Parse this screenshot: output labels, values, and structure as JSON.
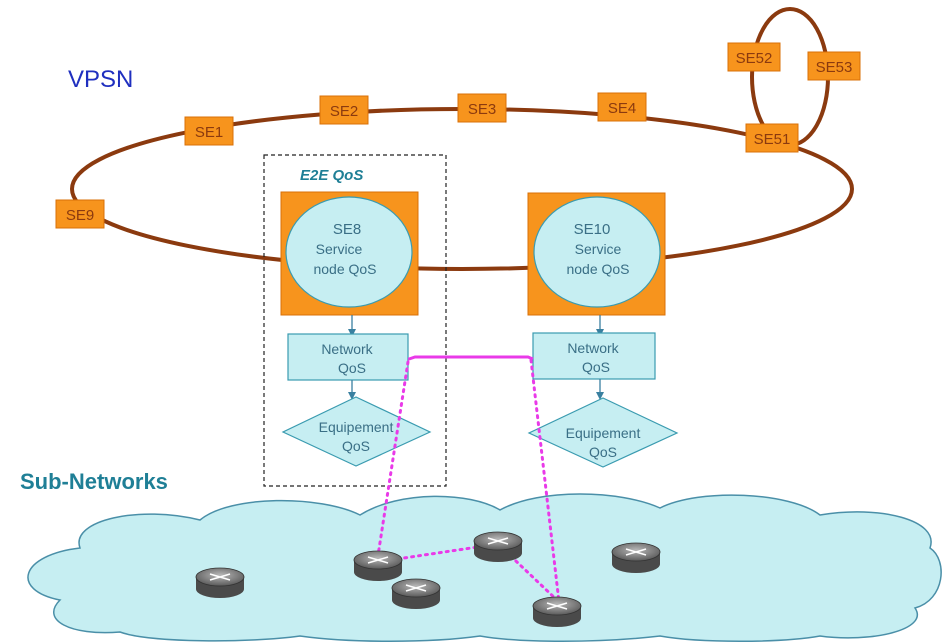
{
  "labels": {
    "vpsn": "VPSN",
    "sub_networks": "Sub-Networks",
    "e2e_qos": "E2E QoS"
  },
  "service_elements": {
    "se1": "SE1",
    "se2": "SE2",
    "se3": "SE3",
    "se4": "SE4",
    "se9": "SE9",
    "se51": "SE51",
    "se52": "SE52",
    "se53": "SE53"
  },
  "service_nodes": {
    "left": {
      "id": "SE8",
      "line1": "Service",
      "line2": "node QoS",
      "network_line1": "Network",
      "network_line2": "QoS",
      "equipment_line1": "Equipement",
      "equipment_line2": "QoS"
    },
    "right": {
      "id": "SE10",
      "line1": "Service",
      "line2": "node QoS",
      "network_line1": "Network",
      "network_line2": "QoS",
      "equipment_line1": "Equipement",
      "equipment_line2": "QoS"
    }
  },
  "icons": {
    "router": "router-icon"
  },
  "colors": {
    "ring": "#8b3a0f",
    "se_box": "#f7941d",
    "se_text": "#8b3a0f",
    "node_circle": "#c6eef2",
    "network_box": "#c6eef2",
    "box_border": "#3a9bb0",
    "path": "#e93ae8",
    "vpsn_text": "#1f2fbf",
    "subnet_text": "#1f7f96",
    "cloud": "#c6eef2"
  }
}
